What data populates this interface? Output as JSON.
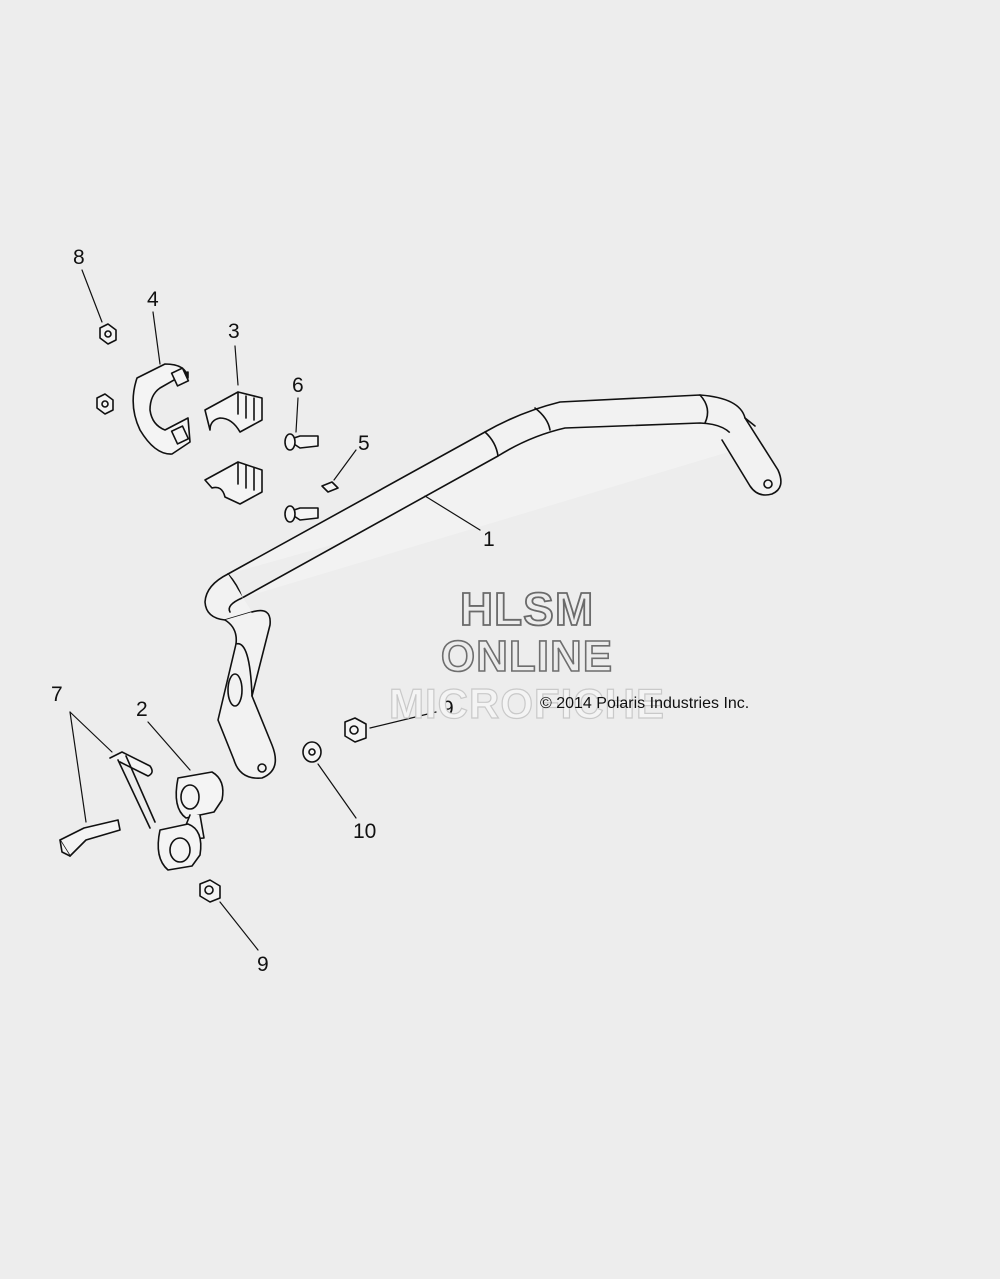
{
  "callouts": [
    "1",
    "2",
    "3",
    "4",
    "5",
    "6",
    "7",
    "8",
    "9",
    "9",
    "10"
  ],
  "copyright": "© 2014 Polaris Industries Inc.",
  "watermark": {
    "line1": "HLSM",
    "line2": "ONLINE",
    "line3": "MICROFICHE"
  }
}
